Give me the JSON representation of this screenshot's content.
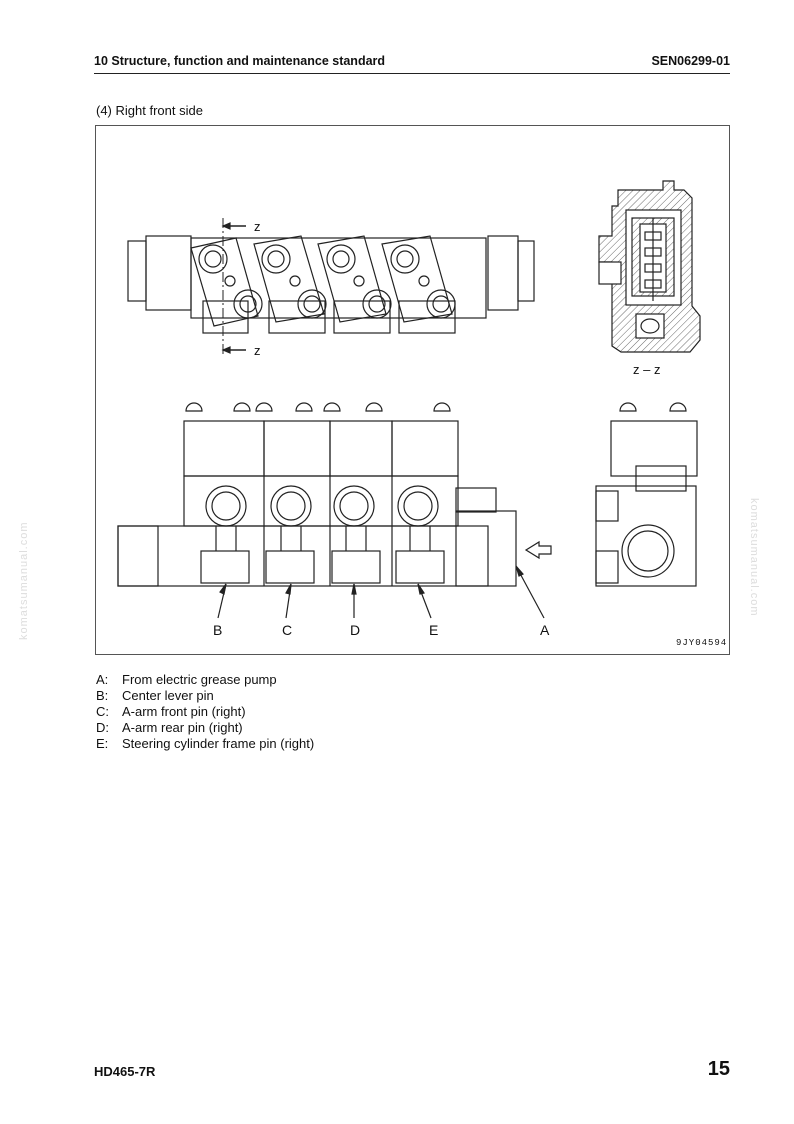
{
  "header": {
    "chapter": "10 Structure, function and maintenance standard",
    "doc_code": "SEN06299-01"
  },
  "section_title": "(4)   Right front side",
  "figure": {
    "section_marker": "z",
    "section_caption": "z – z",
    "callouts": [
      "B",
      "C",
      "D",
      "E",
      "A"
    ],
    "figure_id": "9JY04594"
  },
  "legend": [
    {
      "key": "A:",
      "text": "From electric grease pump"
    },
    {
      "key": "B:",
      "text": "Center lever pin"
    },
    {
      "key": "C:",
      "text": "A-arm front pin (right)"
    },
    {
      "key": "D:",
      "text": "A-arm rear pin (right)"
    },
    {
      "key": "E:",
      "text": "Steering cylinder frame pin (right)"
    }
  ],
  "footer": {
    "model": "HD465-7R",
    "page": "15"
  },
  "watermark": "komatsumanual.com"
}
